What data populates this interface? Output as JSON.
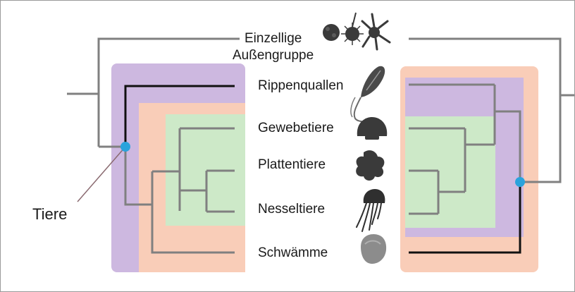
{
  "labels": {
    "outgroup_line1": "Einzellige",
    "outgroup_line2": "Außengruppe",
    "ctenophora": "Rippenquallen",
    "bilateria": "Gewebetiere",
    "placozoa": "Plattentiere",
    "cnidaria": "Nesseltiere",
    "porifera": "Schwämme",
    "animals": "Tiere"
  },
  "colors": {
    "purple_box": "#cdb8e0",
    "peach_box": "#f9cdb8",
    "green_box": "#cde9c8",
    "tree_gray": "#808080",
    "tree_black": "#111111",
    "node_blue": "#2aa3dc",
    "silhouette": "#3a3a3a"
  },
  "icons": {
    "outgroup": "protist-silhouettes",
    "ctenophora": "comb-jelly-silhouette",
    "bilateria": "shell-silhouette",
    "placozoa": "placozoan-silhouette",
    "cnidaria": "jellyfish-silhouette",
    "porifera": "sponge-silhouette"
  }
}
